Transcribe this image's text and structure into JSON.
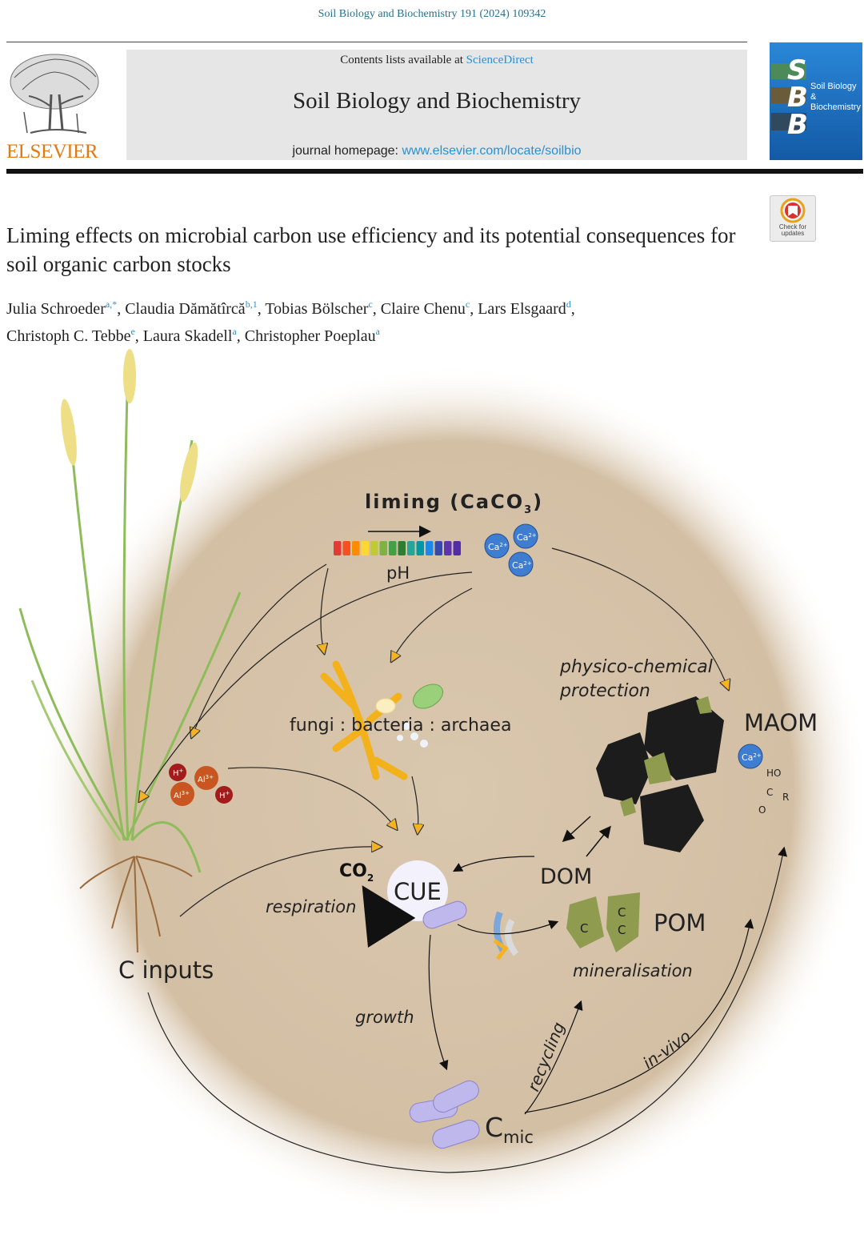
{
  "header": {
    "citation": "Soil Biology and Biochemistry 191 (2024) 109342",
    "publisher": "ELSEVIER",
    "contents_prefix": "Contents lists available at ",
    "contents_link": "ScienceDirect",
    "journal_title": "Soil Biology and Biochemistry",
    "homepage_prefix": "journal homepage: ",
    "homepage_link": "www.elsevier.com/locate/soilbio",
    "cover_letters": [
      "S",
      "B",
      "B"
    ],
    "cover_subtitle": "Soil Biology & Biochemistry",
    "check_updates": "Check for updates"
  },
  "article": {
    "title": "Liming effects on microbial carbon use efficiency and its potential consequences for soil organic carbon stocks",
    "authors": [
      {
        "name": "Julia Schroeder",
        "affil": "a,*"
      },
      {
        "name": "Claudia Dămătîrcă",
        "affil": "b,1"
      },
      {
        "name": "Tobias Bölscher",
        "affil": "c"
      },
      {
        "name": "Claire Chenu",
        "affil": "c"
      },
      {
        "name": "Lars Elsgaard",
        "affil": "d"
      },
      {
        "name": "Christoph C. Tebbe",
        "affil": "e"
      },
      {
        "name": "Laura Skadell",
        "affil": "a"
      },
      {
        "name": "Christopher Poeplau",
        "affil": "a"
      }
    ]
  },
  "figure": {
    "liming": "liming (CaCO",
    "liming_sub": "3",
    "liming_close": ")",
    "ph": "pH",
    "ca_ion": "Ca",
    "ca_charge": "2+",
    "h_ion": "H",
    "h_charge": "+",
    "al_ion": "Al",
    "al_charge": "3+",
    "physico_1": "physico-chemical",
    "physico_2": "protection",
    "maom": "MAOM",
    "ho": "HO",
    "c_atom": "C",
    "r_group": "R",
    "o_atom": "O",
    "fungi": "fungi : bacteria : archaea",
    "co2": "CO",
    "co2_sub": "2",
    "cue": "CUE",
    "respiration": "respiration",
    "dom": "DOM",
    "pom": "POM",
    "pom_c": "C",
    "mineralisation": "mineralisation",
    "c_inputs": "C inputs",
    "growth": "growth",
    "cmic": "C",
    "cmic_sub": "mic",
    "recycling": "recycling",
    "invivo": "in-vivo",
    "ph_scale_colors": [
      "#e53935",
      "#f4511e",
      "#fb8c00",
      "#fdd835",
      "#c0ca33",
      "#7cb342",
      "#43a047",
      "#2e7d32",
      "#26a69a",
      "#0097a7",
      "#1e88e5",
      "#3949ab",
      "#5e35b1",
      "#512da8"
    ]
  }
}
